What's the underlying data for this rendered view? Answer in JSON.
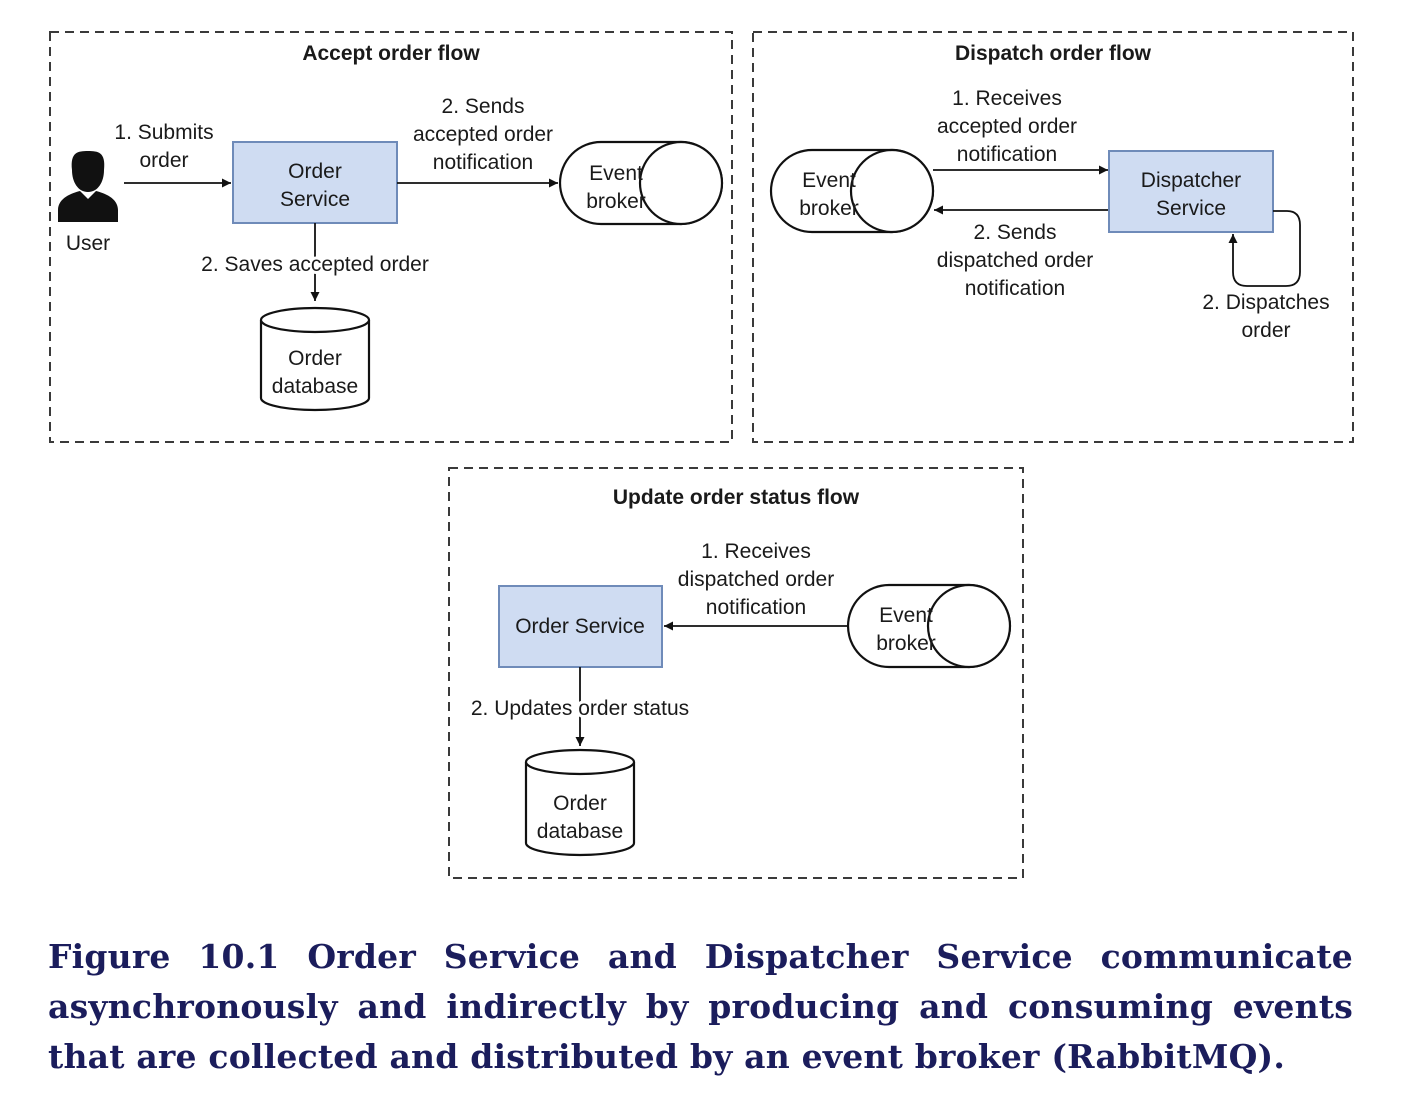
{
  "panels": {
    "accept": {
      "title": "Accept order flow",
      "user": "User",
      "submit": [
        "1. Submits",
        "order"
      ],
      "service": [
        "Order",
        "Service"
      ],
      "sends": [
        "2. Sends",
        "accepted order",
        "notification"
      ],
      "broker": [
        "Event",
        "broker"
      ],
      "saves": "2. Saves accepted order",
      "database": [
        "Order",
        "database"
      ]
    },
    "dispatch": {
      "title": "Dispatch order flow",
      "broker": [
        "Event",
        "broker"
      ],
      "receives": [
        "1. Receives",
        "accepted order",
        "notification"
      ],
      "service": [
        "Dispatcher",
        "Service"
      ],
      "sends": [
        "2. Sends",
        "dispatched order",
        "notification"
      ],
      "dispatches": [
        "2. Dispatches",
        "order"
      ]
    },
    "update": {
      "title": "Update order status flow",
      "receives": [
        "1. Receives",
        "dispatched order",
        "notification"
      ],
      "service": "Order Service",
      "broker": [
        "Event",
        "broker"
      ],
      "updates": "2. Updates order status",
      "database": [
        "Order",
        "database"
      ]
    }
  },
  "caption": "Figure 10.1 Order Service and Dispatcher Service communicate asynchronously and indirectly by producing and consuming events that are collected and distributed by an event broker (RabbitMQ).",
  "colors": {
    "service_fill": "#cfdcf2",
    "service_border": "#6f8bb9",
    "caption_text": "#1b1d5c"
  }
}
